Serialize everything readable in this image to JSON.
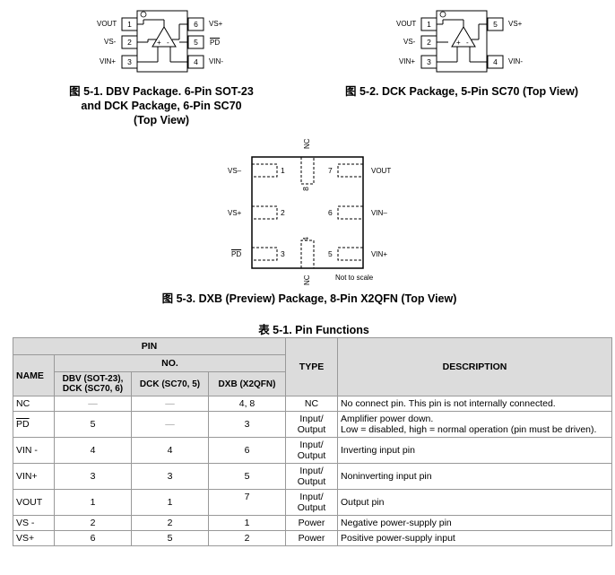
{
  "fig1": {
    "caption_l1": "图 5-1. DBV Package. 6-Pin SOT-23",
    "caption_l2": "and DCK Package, 6-Pin SC70",
    "caption_l3": "(Top View)",
    "left_labels": [
      "VOUT",
      "VS-",
      "VIN+"
    ],
    "left_nums": [
      "1",
      "2",
      "3"
    ],
    "right_nums": [
      "6",
      "5",
      "4"
    ],
    "right_labels": [
      "VS+",
      "PD",
      "VIN-"
    ]
  },
  "fig2": {
    "caption": "图 5-2. DCK Package, 5-Pin SC70 (Top View)",
    "left_labels": [
      "VOUT",
      "VS-",
      "VIN+"
    ],
    "left_nums": [
      "1",
      "2",
      "3"
    ],
    "right_nums": [
      "5",
      "4"
    ],
    "right_labels": [
      "VS+",
      "VIN-"
    ]
  },
  "fig3": {
    "caption": "图 5-3. DXB (Preview) Package, 8-Pin X2QFN (Top View)",
    "top_label": "NC",
    "bottom_label": "NC",
    "top_num": "8",
    "bottom_num": "4",
    "left_labels": [
      "VS–",
      "VS+",
      "PD"
    ],
    "left_nums": [
      "1",
      "2",
      "3"
    ],
    "right_nums": [
      "7",
      "6",
      "5"
    ],
    "right_labels": [
      "VOUT",
      "VIN–",
      "VIN+"
    ],
    "note": "Not to scale"
  },
  "table": {
    "caption": "表 5-1. Pin Functions",
    "h_pin": "PIN",
    "h_name": "NAME",
    "h_no": "NO.",
    "h_dbv": "DBV (SOT-23), DCK (SC70, 6)",
    "h_dck": "DCK (SC70, 5)",
    "h_dxb": "DXB (X2QFN)",
    "h_type": "TYPE",
    "h_desc": "DESCRIPTION",
    "rows": [
      {
        "name": "NC",
        "dbv": "—",
        "dck": "—",
        "dxb": "4, 8",
        "type": "NC",
        "desc": "No connect pin. This pin is not internally connected.",
        "desc2": ""
      },
      {
        "name": "PD",
        "dbv": "5",
        "dck": "—",
        "dxb": "3",
        "type": "Input/ Output",
        "desc": "Amplifier power down.",
        "desc2": "Low = disabled, high = normal operation (pin must be driven)."
      },
      {
        "name": "VIN -",
        "dbv": "4",
        "dck": "4",
        "dxb": "6",
        "type": "Input/ Output",
        "desc": "Inverting input pin",
        "desc2": ""
      },
      {
        "name": "VIN+",
        "dbv": "3",
        "dck": "3",
        "dxb": "5",
        "type": "Input/ Output",
        "desc": "Noninverting input pin",
        "desc2": ""
      },
      {
        "name": "VOUT",
        "dbv": "1",
        "dck": "1",
        "dxb": "7",
        "type": "Input/ Output",
        "desc": "Output pin",
        "desc2": ""
      },
      {
        "name": "VS -",
        "dbv": "2",
        "dck": "2",
        "dxb": "1",
        "type": "Power",
        "desc": "Negative power-supply pin",
        "desc2": ""
      },
      {
        "name": "VS+",
        "dbv": "6",
        "dck": "5",
        "dxb": "2",
        "type": "Power",
        "desc": "Positive power-supply input",
        "desc2": ""
      }
    ]
  }
}
